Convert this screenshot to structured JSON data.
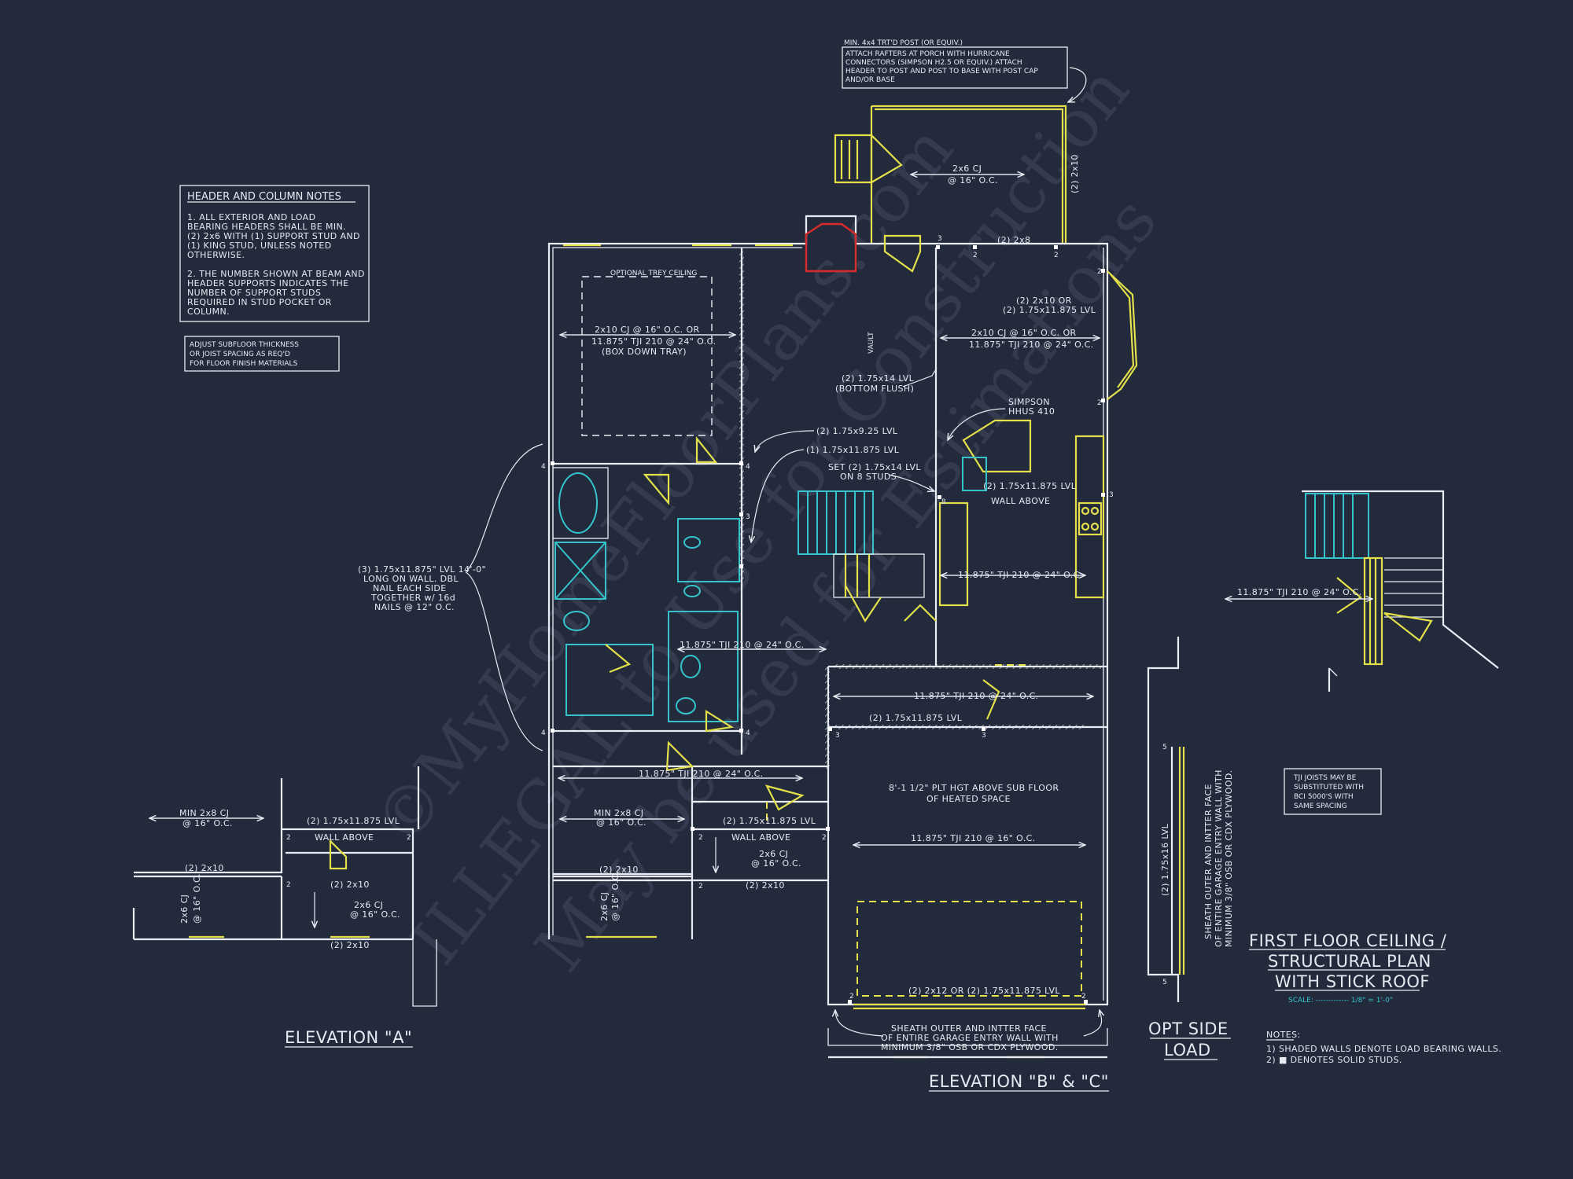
{
  "watermark": {
    "line1": "©MyHomeFloorPlans.com",
    "line2": "ILLEGAL to Use for Construction",
    "line3": "May be used for Estimations"
  },
  "header_notes": {
    "title": "HEADER AND COLUMN NOTES",
    "lines": [
      "1. ALL EXTERIOR AND LOAD",
      "BEARING HEADERS SHALL BE MIN.",
      "(2) 2x6 WITH (1) SUPPORT STUD AND",
      "(1) KING STUD, UNLESS NOTED",
      "OTHERWISE.",
      "",
      "2. THE NUMBER SHOWN AT BEAM AND",
      "HEADER SUPPORTS INDICATES THE",
      "NUMBER OF SUPPORT STUDS",
      "REQUIRED IN STUD POCKET OR",
      "COLUMN."
    ]
  },
  "subfloor_note": [
    "ADJUST SUBFLOOR THICKNESS",
    "OR JOIST SPACING AS REQ'D",
    "FOR FLOOR FINISH MATERIALS"
  ],
  "porch_note": [
    "MIN. 4x4 TRT'D POST (OR EQUIV.)",
    "ATTACH RAFTERS AT PORCH WITH HURRICANE",
    "CONNECTORS (SIMPSON H2.5 OR EQUIV.) ATTACH",
    "HEADER TO POST AND POST TO BASE WITH POST CAP",
    "AND/OR BASE"
  ],
  "tji_note": [
    "TJI JOISTS MAY BE",
    "SUBSTITUTED WITH",
    "BCI 5000'S WITH",
    "SAME SPACING"
  ],
  "labels": {
    "porch_cj": "2x6 CJ",
    "porch_cj2": "@ 16\" O.C.",
    "porch_2x10": "(2) 2x10",
    "porch_2x8": "(2) 2x8",
    "optional_tray": "OPTIONAL TREY CEILING",
    "bed_cj1": "2x10 CJ @ 16\" O.C. OR",
    "bed_cj2": "11.875\" TJI 210 @ 24\" O.C.",
    "bed_cj3": "(BOX DOWN TRAY)",
    "vault": "VAULT",
    "lvl_bottom1": "(2) 1.75x14 LVL",
    "lvl_bottom2": "(BOTTOM FLUSH)",
    "right_2x10_1": "(2) 2x10 OR",
    "right_2x10_2": "(2) 1.75x11.875 LVL",
    "right_cj1": "2x10 CJ @ 16\" O.C. OR",
    "right_cj2": "11.875\" TJI 210 @ 24\" O.C.",
    "simpson1": "SIMPSON",
    "simpson2": "HHUS 410",
    "lvl_925": "(2) 1.75x9.25 LVL",
    "lvl_11875_1": "(1) 1.75x11.875 LVL",
    "set_lvl1": "SET (2) 1.75x14 LVL",
    "set_lvl2": "ON 8 STUDS",
    "kitchen_lvl": "(2) 1.75x11.875 LVL",
    "wall_above": "WALL ABOVE",
    "kitchen_tji": "11.875\" TJI 210 @ 24\" O.C.",
    "long_lvl": [
      "(3) 1.75x11.875\" LVL 14'-0\"",
      "LONG ON WALL. DBL",
      "NAIL EACH SIDE",
      "TOGETHER w/ 16d",
      "NAILS @ 12\" O.C."
    ],
    "bath_tji": "11.875\" TJI 210 @ 24\" O.C.",
    "laundry_tji": "11.875\" TJI 210 @ 24\" O.C.",
    "laundry_lvl": "(2) 1.75x11.875 LVL",
    "lower_tji": "11.875\" TJI 210 @ 24\" O.C.",
    "plt_hgt1": "8'-1 1/2\" PLT HGT ABOVE SUB FLOOR",
    "plt_hgt2": "OF HEATED SPACE",
    "garage_tji": "11.875\" TJI 210 @ 16\" O.C.",
    "garage_header": "(2) 2x12 OR (2) 1.75x11.875 LVL",
    "sheath1": "SHEATH OUTER AND INTTER FACE",
    "sheath2": "OF ENTIRE GARAGE ENTRY WALL WITH",
    "sheath3": "MINIMUM 3/8\" OSB OR CDX PLYWOOD.",
    "min2x8_1": "MIN 2x8 CJ",
    "min2x8_2": "@ 16\" O.C.",
    "wa_lvl": "(2) 1.75x11.875 LVL",
    "wa_2x10": "(2) 2x10",
    "wa_2x6": "2x6 CJ",
    "wa_2x6b": "@ 16\" O.C.",
    "vert_2x6": "2x6 CJ",
    "vert_2x6b": "@ 16\" O.C.",
    "right_tji": "11.875\" TJI 210 @ 24\" O.C.",
    "opt_lvl": "(2) 1.75x16 LVL",
    "opt_sheath": [
      "SHEATH OUTER AND INTTER FACE",
      "OF ENTIRE GARAGE ENTRY WALL WITH",
      "MINIMUM 3/8\" OSB OR CDX PLYWOOD."
    ],
    "numbers": {
      "n2": "2",
      "n3": "3",
      "n4": "4",
      "n5": "5",
      "n8": "8"
    }
  },
  "titles": {
    "elev_a": "ELEVATION \"A\"",
    "elev_bc": "ELEVATION \"B\" & \"C\"",
    "opt_side1": "OPT SIDE",
    "opt_side2": "LOAD",
    "main1": "FIRST FLOOR CEILING /",
    "main2": "STRUCTURAL PLAN",
    "main3": "WITH STICK ROOF",
    "scale": "SCALE: ------------- 1/8\" = 1'-0\""
  },
  "notes": {
    "head": "NOTES:",
    "n1": "1) SHADED WALLS DENOTE LOAD BEARING WALLS.",
    "n2": "2) ■ DENOTES SOLID STUDS."
  },
  "colors": {
    "background": "#232a3c",
    "line": "#e9ecf2",
    "yellow": "#e3e04a",
    "cyan": "#35c4cc",
    "red": "#d92b2b"
  }
}
